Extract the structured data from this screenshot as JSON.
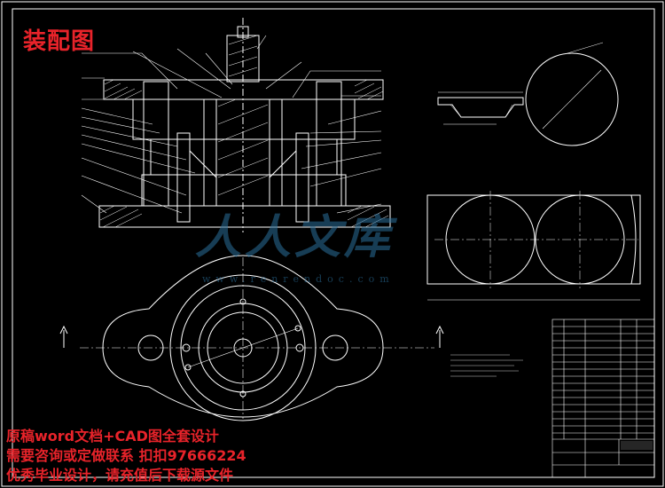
{
  "title": "装配图",
  "promo_lines": [
    "原稿word文档+CAD图全套设计",
    "需要咨询或定做联系 扣扣97666224",
    "优秀毕业设计，请充值后下载源文件"
  ],
  "watermark": {
    "text": "人人文库",
    "url": "www.renrendoc.com"
  },
  "colors": {
    "background": "#000000",
    "lines": "#ffffff",
    "title": "#e8232a",
    "watermark": "#2a6f9c"
  }
}
